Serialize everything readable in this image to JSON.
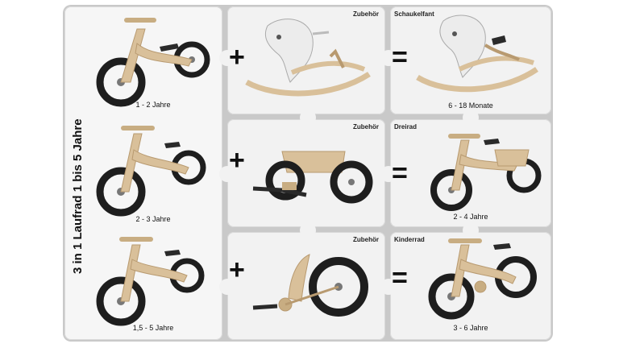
{
  "side_title": "3 in 1 Laufrad 1 bis 5 Jahre",
  "rows": [
    {
      "bike_age": "1 - 2 Jahre",
      "plus": "+",
      "accessory_label": "Zubehör",
      "equals": "=",
      "result_name": "Schaukelfant",
      "result_age": "6 - 18 Monate"
    },
    {
      "bike_age": "2 - 3 Jahre",
      "plus": "+",
      "accessory_label": "Zubehör",
      "equals": "=",
      "result_name": "Dreirad",
      "result_age": "2 - 4 Jahre"
    },
    {
      "bike_age": "1,5 - 5 Jahre",
      "plus": "+",
      "accessory_label": "Zubehör",
      "equals": "=",
      "result_name": "Kinderrad",
      "result_age": "3 - 6 Jahre"
    }
  ],
  "colors": {
    "wood": "#d9c09a",
    "wood_dark": "#b89a70",
    "tire": "#1e1e1e",
    "board": "#c9c9c9"
  },
  "icons": [
    "balance-bike-icon",
    "rocking-elephant-icon",
    "trike-kit-icon",
    "pedal-wheel-icon"
  ]
}
